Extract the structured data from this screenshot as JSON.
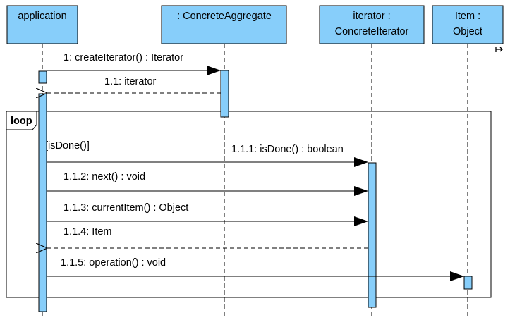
{
  "lifelines": [
    {
      "id": "application",
      "label_lines": [
        "application"
      ]
    },
    {
      "id": "aggregate",
      "label_lines": [
        ": ConcreteAggregate"
      ]
    },
    {
      "id": "iterator",
      "label_lines": [
        "iterator :",
        "ConcreteIterator"
      ]
    },
    {
      "id": "item",
      "label_lines": [
        "Item :",
        "Object"
      ]
    }
  ],
  "messages": [
    {
      "label": "1: createIterator() : Iterator",
      "from": "application",
      "to": "aggregate",
      "kind": "call"
    },
    {
      "label": "1.1: iterator",
      "from": "aggregate",
      "to": "application",
      "kind": "return"
    },
    {
      "label": "1.1.1: isDone() : boolean",
      "from": "application",
      "to": "iterator",
      "kind": "call"
    },
    {
      "label": "1.1.2: next() : void",
      "from": "application",
      "to": "iterator",
      "kind": "call"
    },
    {
      "label": "1.1.3: currentItem() : Object",
      "from": "application",
      "to": "iterator",
      "kind": "call"
    },
    {
      "label": "1.1.4: Item",
      "from": "iterator",
      "to": "application",
      "kind": "return"
    },
    {
      "label": "1.1.5: operation() : void",
      "from": "application",
      "to": "item",
      "kind": "call"
    }
  ],
  "fragment": {
    "operator": "loop",
    "guard": "[isDone()]"
  },
  "colors": {
    "lifeline_fill": "#87CEFA",
    "stroke": "#000000",
    "background": "#FFFFFF"
  }
}
